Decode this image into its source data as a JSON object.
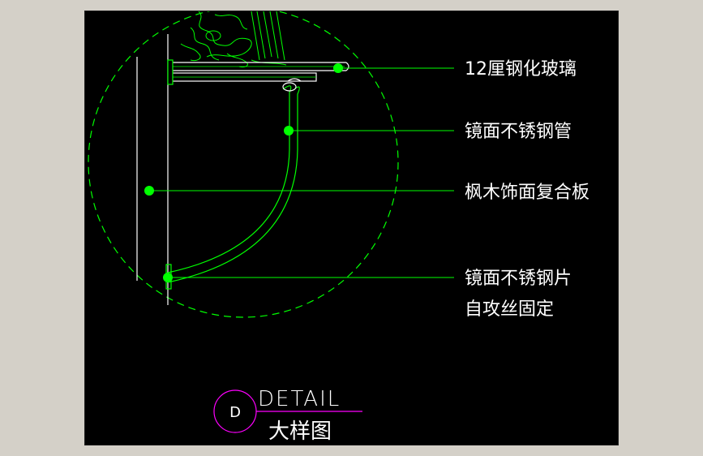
{
  "labels": {
    "glass": "12厘钢化玻璃",
    "tube": "镜面不锈钢管",
    "board": "枫木饰面复合板",
    "sheet_line1": "镜面不锈钢片",
    "sheet_line2": "自攻丝固定"
  },
  "title_block": {
    "symbol": "D",
    "title_en": "DETAIL",
    "title_cn": "大样图"
  },
  "colors": {
    "background": "#000000",
    "window": "#d4d0c8",
    "linework": "#00ff00",
    "leader_dot": "#00ff00",
    "text": "#ffffff",
    "title_circle": "#ff00ff",
    "title_underline": "#ff00ff",
    "wall_lines": "#ffffff"
  }
}
